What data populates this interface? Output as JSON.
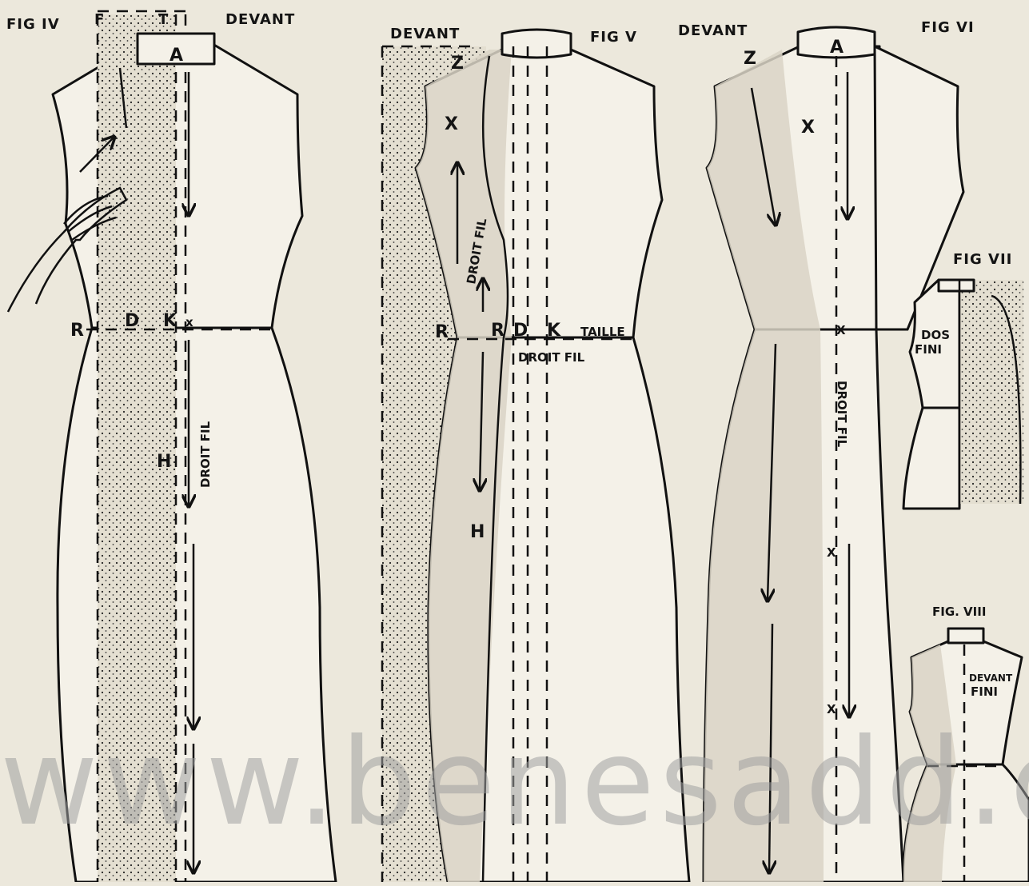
{
  "figures": {
    "fig4": {
      "title": "FIG IV",
      "side_label": "DEVANT",
      "letters": {
        "f": "F",
        "t": "T",
        "a": "A",
        "r": "R",
        "d": "D",
        "k": "K",
        "x": "x",
        "h": "H"
      },
      "grain_label": "DROIT FIL"
    },
    "fig5": {
      "title": "FIG V",
      "side_label": "DEVANT",
      "letters": {
        "z": "Z",
        "x": "X",
        "r": "R",
        "r2": "R",
        "d": "D",
        "k": "K",
        "h": "H"
      },
      "waist_label": "TAILLE",
      "grain_label_bodice": "DROIT FIL",
      "grain_label_skirt": "DROIT FIL"
    },
    "fig6": {
      "title": "FIG VI",
      "side_label": "DEVANT",
      "letters": {
        "a": "A",
        "z": "Z",
        "x": "X",
        "x2": "X",
        "x3": "X",
        "x4": "X"
      },
      "grain_label": "DROIT FIL"
    },
    "fig7": {
      "title": "FIG VII",
      "label_line1": "DOS",
      "label_line2": "FINI"
    },
    "fig8": {
      "title": "FIG. VIII",
      "label_line1": "DEVANT",
      "label_line2": "FINI"
    }
  },
  "watermark": "www.benesadd.c.f",
  "colors": {
    "paper": "#ece8dc",
    "ink": "#111111",
    "fabric": "#d9d4c5"
  }
}
